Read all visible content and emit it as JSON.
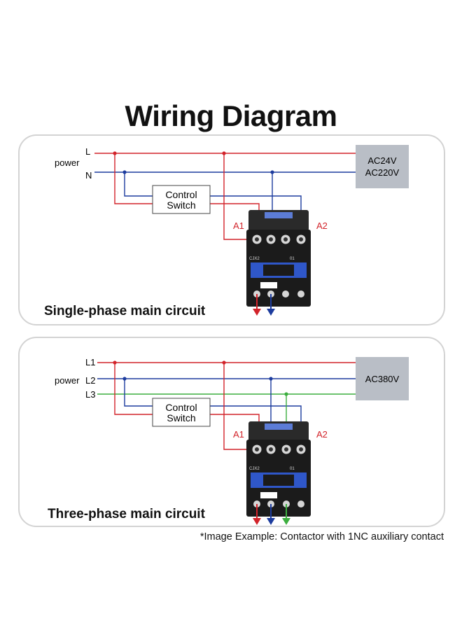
{
  "title": "Wiring Diagram",
  "single_phase": {
    "caption": "Single-phase main circuit",
    "power_label": "power",
    "line_labels": [
      "L",
      "N"
    ],
    "supply_lines": [
      "AC24V",
      "AC220V"
    ],
    "switch_lines": [
      "Control",
      "Switch"
    ],
    "coil_a1": "A1",
    "coil_a2": "A2",
    "model": "CJX2",
    "aux": "01"
  },
  "three_phase": {
    "caption": "Three-phase main circuit",
    "power_label": "power",
    "line_labels": [
      "L1",
      "L2",
      "L3"
    ],
    "supply_lines": [
      "AC380V"
    ],
    "switch_lines": [
      "Control",
      "Switch"
    ],
    "coil_a1": "A1",
    "coil_a2": "A2",
    "model": "CJX2",
    "aux": "01"
  },
  "footnote": "*Image Example: Contactor with 1NC auxiliary contact",
  "colors": {
    "phase": "#d2232a",
    "neutral": "#1d3c9e",
    "third": "#3cae3f",
    "supply_box": "#b9bec6",
    "contactor": "#1b1b1b",
    "accent": "#2f57c9"
  },
  "icons": [
    "contactor-icon",
    "arrow-down-icon"
  ]
}
